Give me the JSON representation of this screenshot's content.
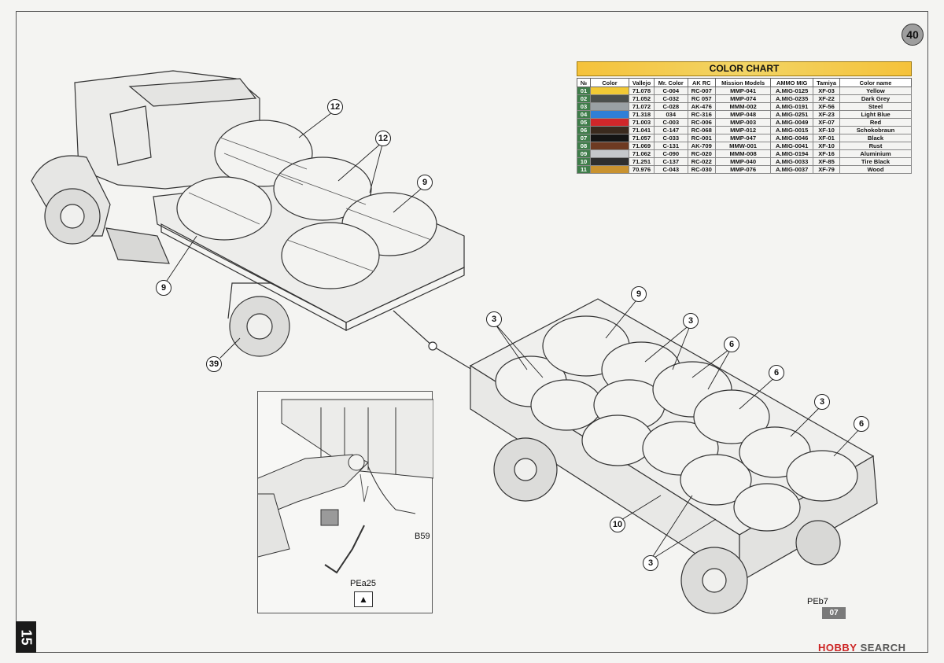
{
  "page": {
    "number": "40",
    "side_number": "15"
  },
  "color_chart": {
    "title": "COLOR CHART",
    "headers": [
      "№",
      "Color",
      "Vallejo",
      "Mr. Color",
      "AK RC",
      "Mission Models",
      "AMMO MIG",
      "Tamiya",
      "Color name"
    ],
    "rows": [
      {
        "no": "01",
        "swatch": "#f2c935",
        "vallejo": "71.078",
        "mr": "C-004",
        "ak": "RC-007",
        "mm": "MMP-041",
        "ammo": "A.MIG-0125",
        "tamiya": "XF-03",
        "name": "Yellow"
      },
      {
        "no": "02",
        "swatch": "#4c4f4d",
        "vallejo": "71.052",
        "mr": "C-032",
        "ak": "RC 057",
        "mm": "MMP-074",
        "ammo": "A.MIG-0235",
        "tamiya": "XF-22",
        "name": "Dark Grey"
      },
      {
        "no": "03",
        "swatch": "#9aa0a4",
        "vallejo": "71.072",
        "mr": "C-028",
        "ak": "AK-476",
        "mm": "MMM-002",
        "ammo": "A.MIG-0191",
        "tamiya": "XF-56",
        "name": "Steel"
      },
      {
        "no": "04",
        "swatch": "#2f7fd6",
        "vallejo": "71.318",
        "mr": "034",
        "ak": "RC-316",
        "mm": "MMP-048",
        "ammo": "A.MIG-0251",
        "tamiya": "XF-23",
        "name": "Light Blue"
      },
      {
        "no": "05",
        "swatch": "#d0272a",
        "vallejo": "71.003",
        "mr": "C-003",
        "ak": "RC-006",
        "mm": "MMP-003",
        "ammo": "A.MIG-0049",
        "tamiya": "XF-07",
        "name": "Red"
      },
      {
        "no": "06",
        "swatch": "#3a2a1e",
        "vallejo": "71.041",
        "mr": "C-147",
        "ak": "RC-068",
        "mm": "MMP-012",
        "ammo": "A.MIG-0015",
        "tamiya": "XF-10",
        "name": "Schokobraun"
      },
      {
        "no": "07",
        "swatch": "#141414",
        "vallejo": "71.057",
        "mr": "C-033",
        "ak": "RC-001",
        "mm": "MMP-047",
        "ammo": "A.MIG-0046",
        "tamiya": "XF-01",
        "name": "Black"
      },
      {
        "no": "08",
        "swatch": "#6e3a22",
        "vallejo": "71.069",
        "mr": "C-131",
        "ak": "AK-709",
        "mm": "MMW-001",
        "ammo": "A.MIG-0041",
        "tamiya": "XF-10",
        "name": "Rust"
      },
      {
        "no": "09",
        "swatch": "#c4c7ca",
        "vallejo": "71.062",
        "mr": "C-090",
        "ak": "RC-020",
        "mm": "MMM-008",
        "ammo": "A.MIG-0194",
        "tamiya": "XF-16",
        "name": "Aluminium"
      },
      {
        "no": "10",
        "swatch": "#2e2e2e",
        "vallejo": "71.251",
        "mr": "C-137",
        "ak": "RC-022",
        "mm": "MMP-040",
        "ammo": "A.MIG-0033",
        "tamiya": "XF-85",
        "name": "Tire Black"
      },
      {
        "no": "11",
        "swatch": "#c9922f",
        "vallejo": "70.976",
        "mr": "C-043",
        "ak": "RC-030",
        "mm": "MMP-076",
        "ammo": "A.MIG-0037",
        "tamiya": "XF-79",
        "name": "Wood"
      }
    ]
  },
  "callouts": {
    "c12a": "12",
    "c12b": "12",
    "c9a": "9",
    "c9b": "9",
    "c39": "39",
    "c9c": "9",
    "c3a": "3",
    "c3b": "3",
    "c6a": "6",
    "c6b": "6",
    "c3c": "3",
    "c6c": "6",
    "c10": "10",
    "c3d": "3"
  },
  "labels": {
    "b59": "B59",
    "pea25": "PEa25",
    "peb7": "PEb7",
    "step": "07"
  },
  "watermark": {
    "brand": "HOBBY",
    "rest": "SEARCH"
  }
}
